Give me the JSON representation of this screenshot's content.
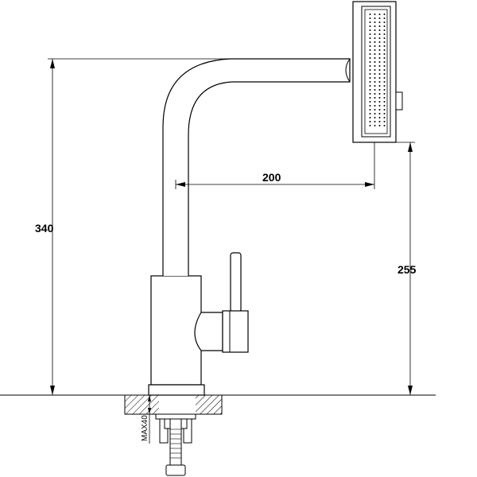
{
  "drawing": {
    "dimensions": {
      "height_total": "340",
      "reach": "200",
      "spout_height": "255",
      "max_mount": "MAX40"
    },
    "line_color": "#000000",
    "background": "#ffffff"
  }
}
